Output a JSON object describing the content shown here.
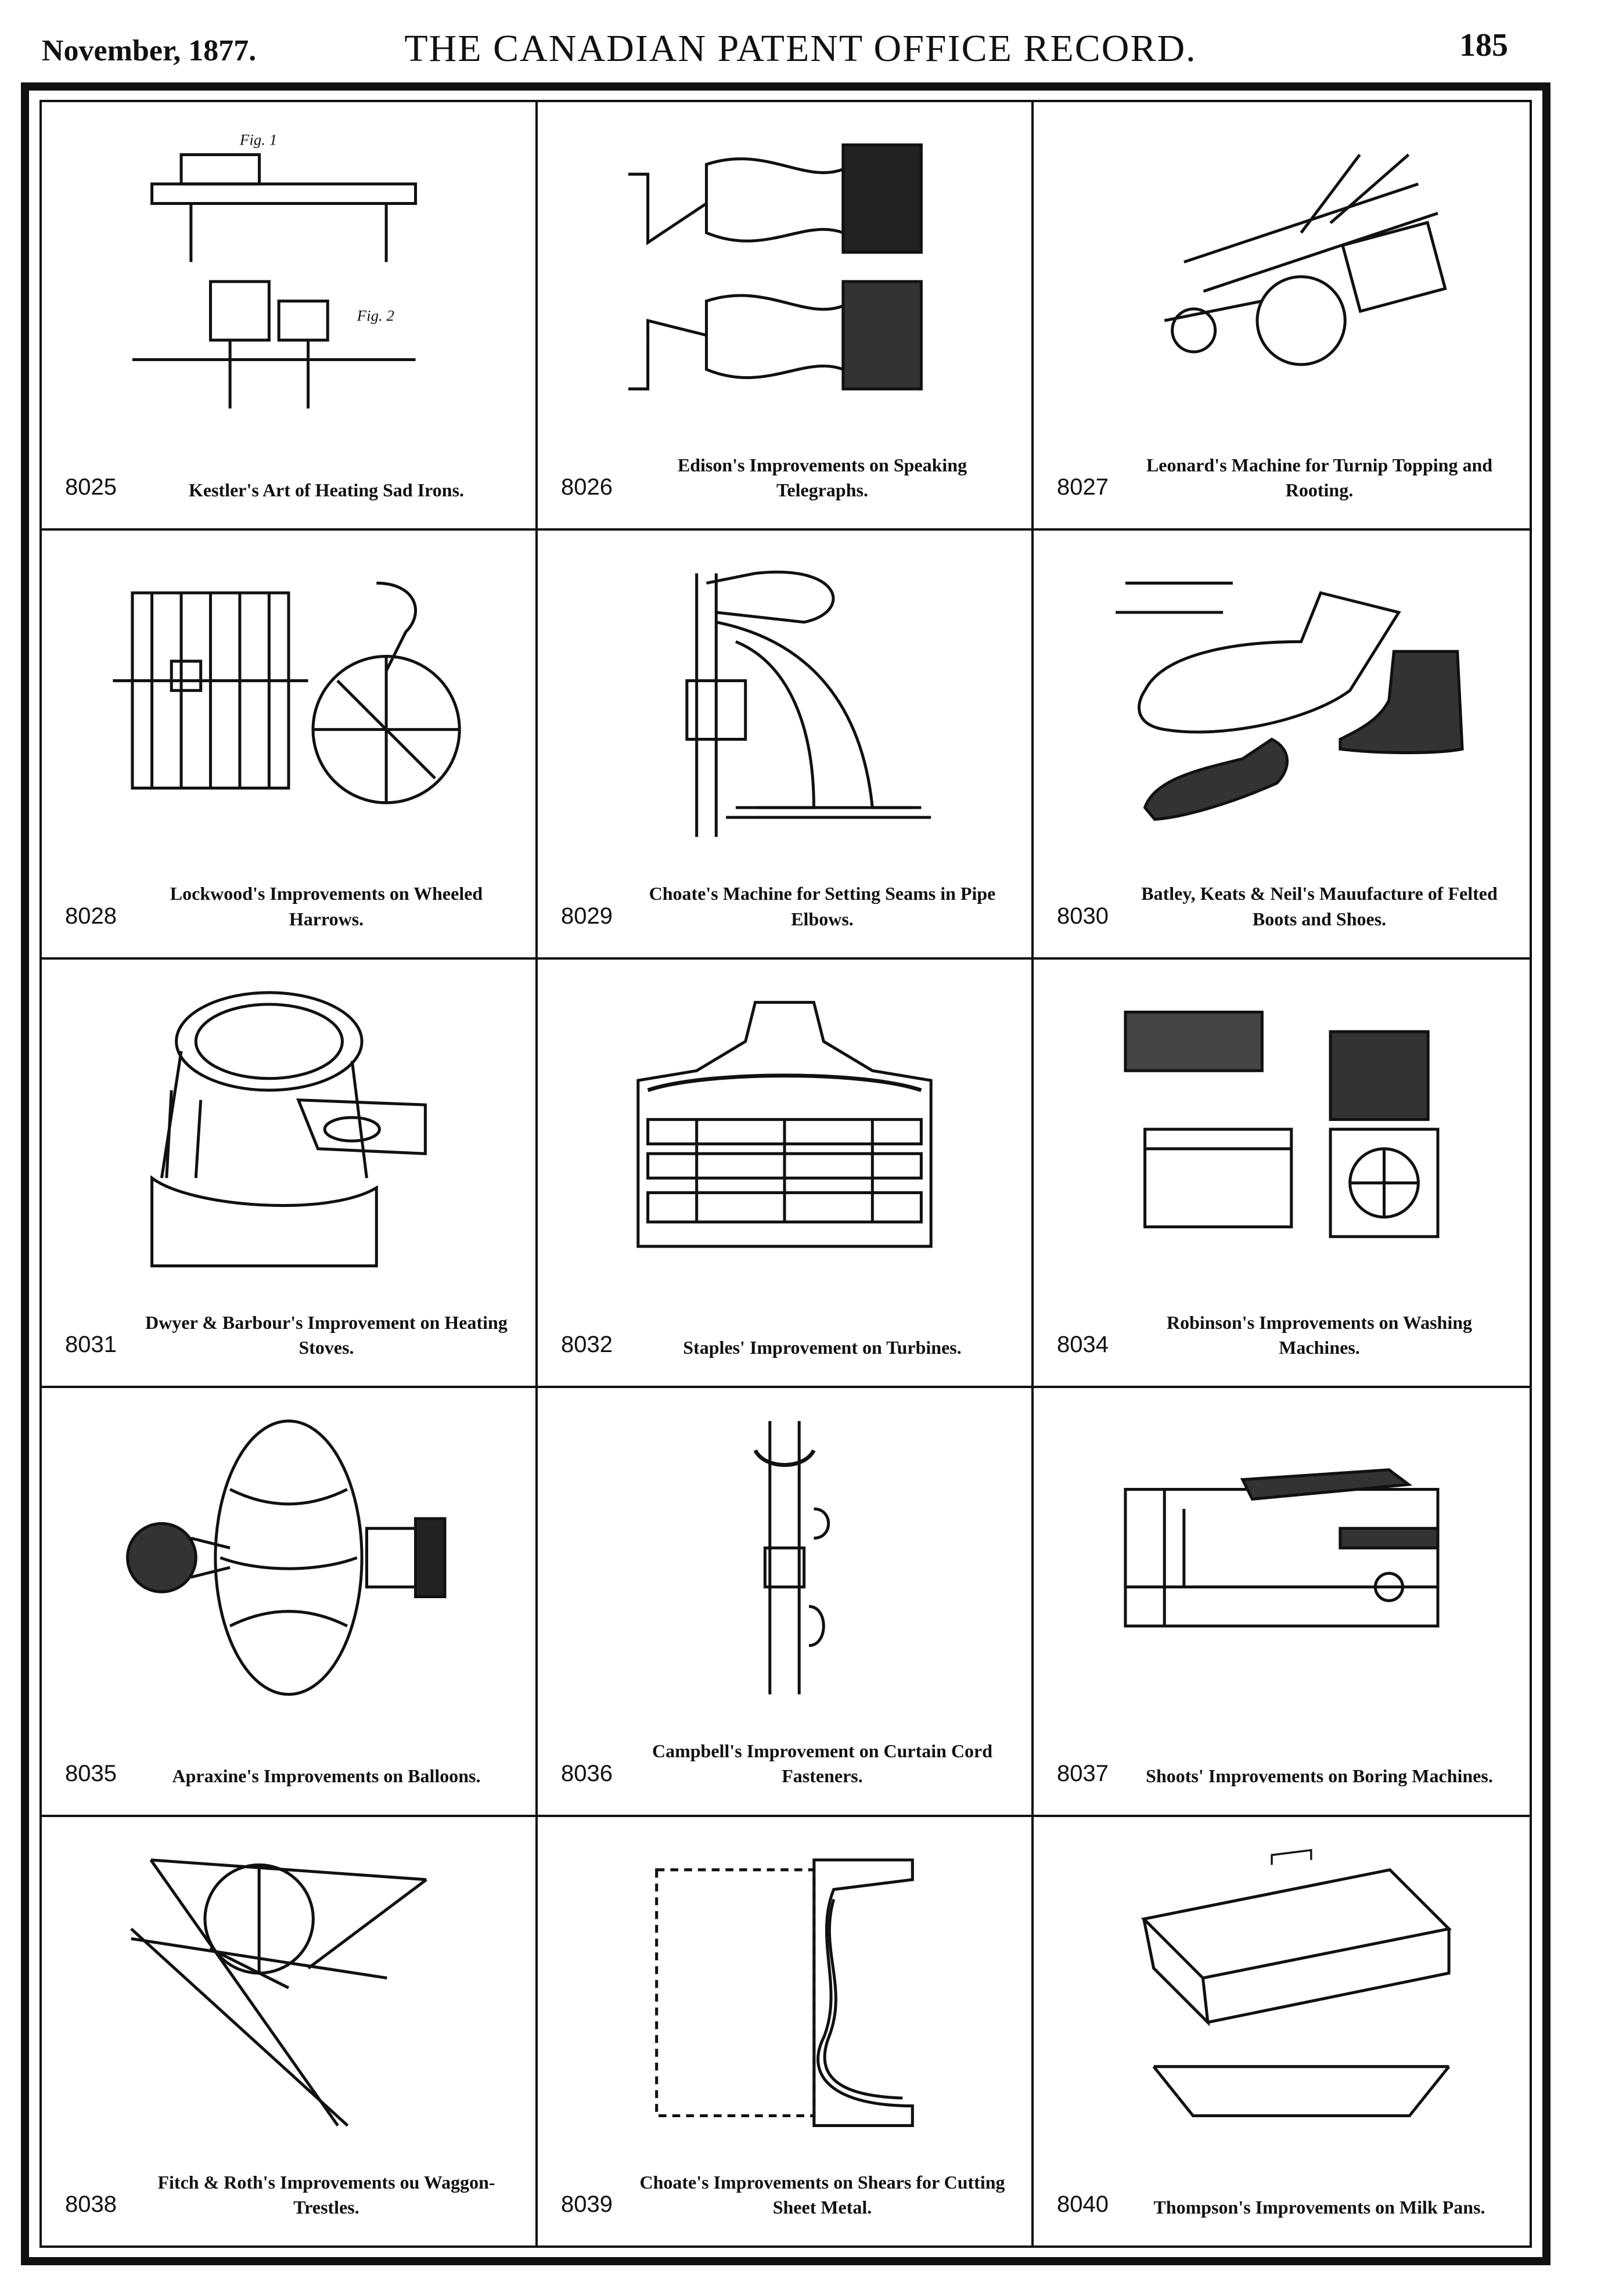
{
  "header": {
    "date": "November, 1877.",
    "title": "THE CANADIAN PATENT OFFICE RECORD.",
    "page_number": "185"
  },
  "patents": [
    {
      "number": "8025",
      "title": "Kestler's Art of Heating Sad Irons.",
      "figure_labels": [
        "Fig. 1",
        "Fig. 2"
      ]
    },
    {
      "number": "8026",
      "title": "Edison's Improvements on Speaking Telegraphs."
    },
    {
      "number": "8027",
      "title": "Leonard's Machine for Turnip Topping and Rooting."
    },
    {
      "number": "8028",
      "title": "Lockwood's Improvements on Wheeled Harrows."
    },
    {
      "number": "8029",
      "title": "Choate's Machine for Setting Seams in Pipe Elbows."
    },
    {
      "number": "8030",
      "title": "Batley, Keats & Neil's Mauufacture of Felted Boots and Shoes."
    },
    {
      "number": "8031",
      "title": "Dwyer & Barbour's Improvement on Heating Stoves."
    },
    {
      "number": "8032",
      "title": "Staples' Improvement on Turbines."
    },
    {
      "number": "8034",
      "title": "Robinson's Improvements on Washing Machines."
    },
    {
      "number": "8035",
      "title": "Apraxine's Improvements on Balloons."
    },
    {
      "number": "8036",
      "title": "Campbell's Improvement on Curtain Cord Fasteners."
    },
    {
      "number": "8037",
      "title": "Shoots' Improvements on Boring Machines."
    },
    {
      "number": "8038",
      "title": "Fitch & Roth's Improvements ou Waggon-Trestles."
    },
    {
      "number": "8039",
      "title": "Choate's Improvements on Shears for Cutting Sheet Metal."
    },
    {
      "number": "8040",
      "title": "Thompson's Improvements on Milk Pans."
    }
  ]
}
